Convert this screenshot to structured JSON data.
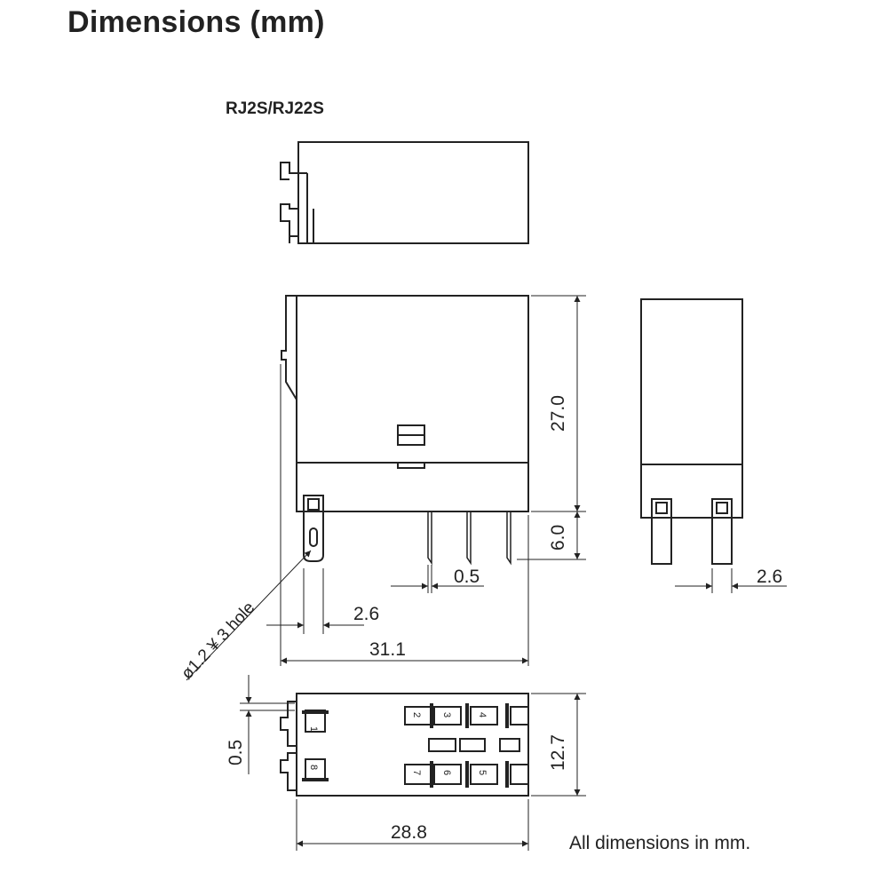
{
  "title": "Dimensions (mm)",
  "model": "RJ2S/RJ22S",
  "dimensions": {
    "height": "27.0",
    "terminal_length": "6.0",
    "terminal_thickness": "0.5",
    "terminal_pitch_front": "2.6",
    "terminal_pitch_side": "2.6",
    "length": "31.1",
    "hole": "ø1.2 ¥ 3 hole",
    "bottom_width": "12.7",
    "bottom_length": "28.8",
    "bottom_offset": "0.5"
  },
  "pins": {
    "p1": "1",
    "p2": "2",
    "p3": "3",
    "p4": "4",
    "p5": "5",
    "p6": "6",
    "p7": "7",
    "p8": "8"
  },
  "note": "All dimensions in mm.",
  "colors": {
    "line": "#222222",
    "background": "#ffffff"
  }
}
